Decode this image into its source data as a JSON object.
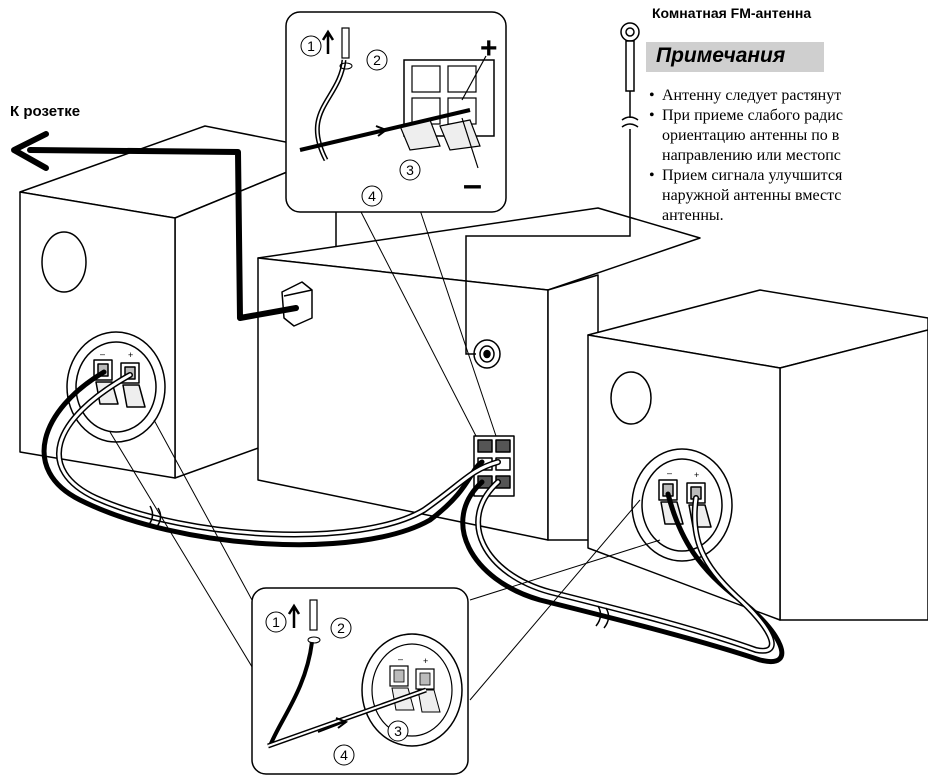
{
  "labels": {
    "to_outlet": "К розетке",
    "fm_antenna": "Комнатная FM-антенна",
    "notes_heading": "Примечания",
    "plus": "+",
    "minus": "–"
  },
  "notes": [
    {
      "lines": [
        "Антенну следует растянут"
      ]
    },
    {
      "lines": [
        "При приеме слабого радис",
        "ориентацию антенны по в",
        "направлению или местопс"
      ]
    },
    {
      "lines": [
        "Прием сигнала улучшится",
        "наружной антенны вместс",
        "антенны."
      ]
    }
  ],
  "steps": {
    "top": [
      "1",
      "2",
      "3",
      "4"
    ],
    "bottom": [
      "1",
      "2",
      "3",
      "4"
    ]
  },
  "terminal_marks": {
    "minus": "–",
    "plus": "+"
  }
}
